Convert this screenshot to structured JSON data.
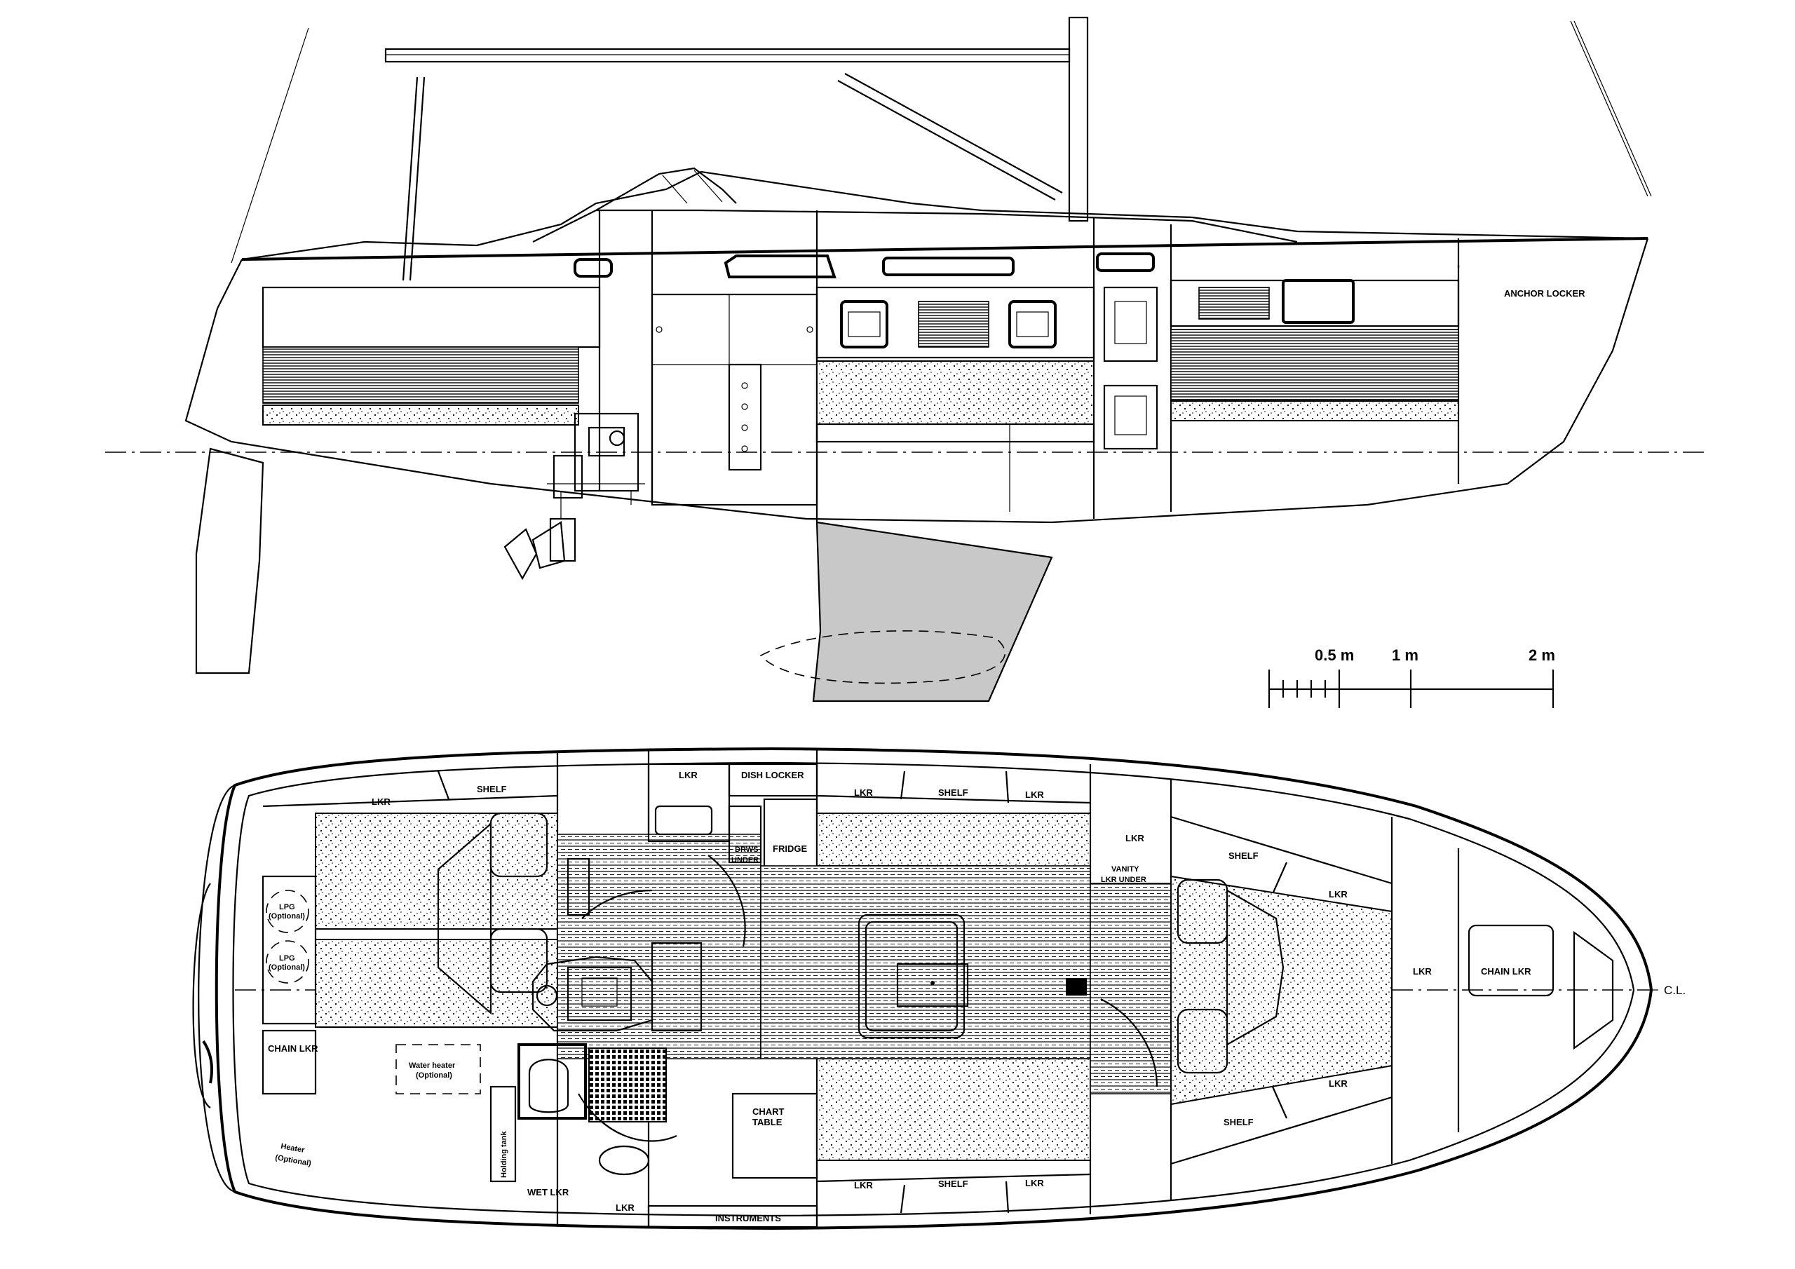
{
  "profile_view": {
    "anchor_locker": "ANCHOR LOCKER"
  },
  "scale_bar": {
    "tick_labels": [
      "0.5 m",
      "1 m",
      "2 m"
    ]
  },
  "plan_view": {
    "centerline": "C.L.",
    "labels": {
      "aft_lkr_port": "LKR",
      "aft_shelf_port": "SHELF",
      "galley_lkr": "LKR",
      "dish_locker": "DISH LOCKER",
      "saloon_lkr_port_aft": "LKR",
      "saloon_shelf_port": "SHELF",
      "saloon_lkr_port_fwd": "LKR",
      "drws_line1": "DRWS",
      "drws_line2": "UNDER",
      "fridge": "FRIDGE",
      "vanity_line1": "VANITY",
      "vanity_line2": "LKR UNDER",
      "fwd_lkr_port": "LKR",
      "fwd_shelf_port": "SHELF",
      "vberth_lkr_port": "LKR",
      "lpg1_line1": "LPG",
      "lpg1_line2": "(Optional)",
      "lpg2_line1": "LPG",
      "lpg2_line2": "(Optional)",
      "chain_lkr_aft": "CHAIN LKR",
      "water_heater_line1": "Water heater",
      "water_heater_line2": "(Optional)",
      "holding_tank": "Holding tank",
      "heater_line1": "Heater",
      "heater_line2": "(Optional)",
      "wet_lkr": "WET LKR",
      "head_lkr": "LKR",
      "instruments": "INSTRUMENTS",
      "chart_line1": "CHART",
      "chart_line2": "TABLE",
      "saloon_lkr_stbd_aft": "LKR",
      "saloon_shelf_stbd": "SHELF",
      "saloon_lkr_stbd_fwd": "LKR",
      "fwd_shelf_stbd": "SHELF",
      "vberth_lkr_stbd": "LKR",
      "fwd_bulkhead_lkr": "LKR",
      "chain_lkr_fwd": "CHAIN LKR"
    }
  }
}
